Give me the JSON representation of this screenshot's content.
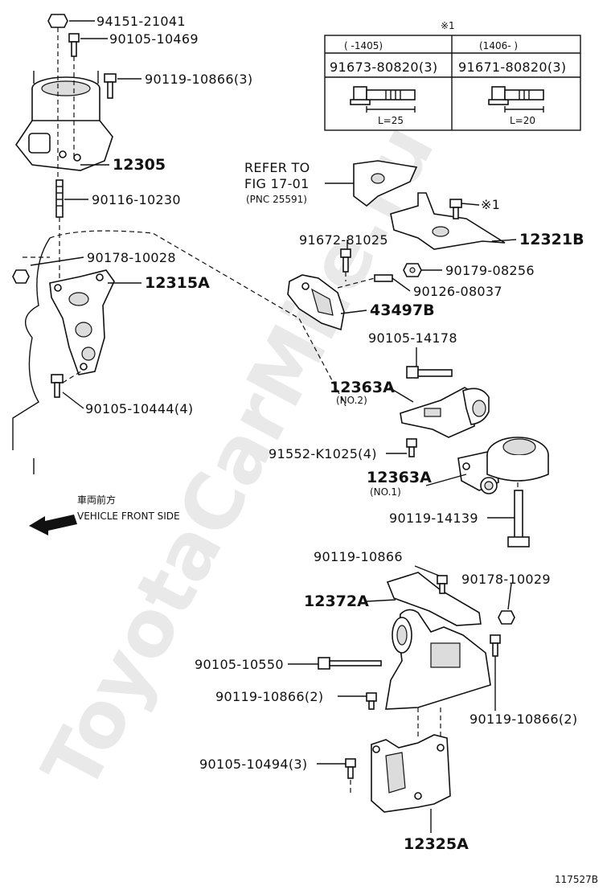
{
  "watermark": "ToyotaCarMile.ru",
  "figure_id": "117527B",
  "note_mark": "※1",
  "table": {
    "headers": [
      "(     -1405)",
      "(1406-     )"
    ],
    "parts": [
      "91673-80820(3)",
      "91671-80820(3)"
    ],
    "lengths": [
      "L=25",
      "L=20"
    ]
  },
  "labels": {
    "p94151": "94151-21041",
    "p90105_10469": "90105-10469",
    "p90119_10866_3": "90119-10866(3)",
    "p12305": "12305",
    "p90116": "90116-10230",
    "p90178_10028": "90178-10028",
    "p12315A": "12315A",
    "p90105_10444": "90105-10444(4)",
    "refer1": "REFER TO",
    "refer2": "FIG 17-01",
    "refer3": "(PNC 25591)",
    "note1_suffix": "※1",
    "p12321B": "12321B",
    "p91672": "91672-81025",
    "p90179": "90179-08256",
    "p90126": "90126-08037",
    "p43497B": "43497B",
    "p90105_14178": "90105-14178",
    "p12363A_2": "12363A",
    "no2": "(NO.2)",
    "p91552": "91552-K1025(4)",
    "p12363A_1": "12363A",
    "no1": "(NO.1)",
    "p90119_14139": "90119-14139",
    "front_jp": "車両前方",
    "front_en": "VEHICLE FRONT SIDE",
    "p90119_10866_a": "90119-10866",
    "p90178_10029": "90178-10029",
    "p12372A": "12372A",
    "p90105_10550": "90105-10550",
    "p90119_10866_2a": "90119-10866(2)",
    "p90119_10866_2b": "90119-10866(2)",
    "p90105_10494": "90105-10494(3)",
    "p12325A": "12325A"
  }
}
